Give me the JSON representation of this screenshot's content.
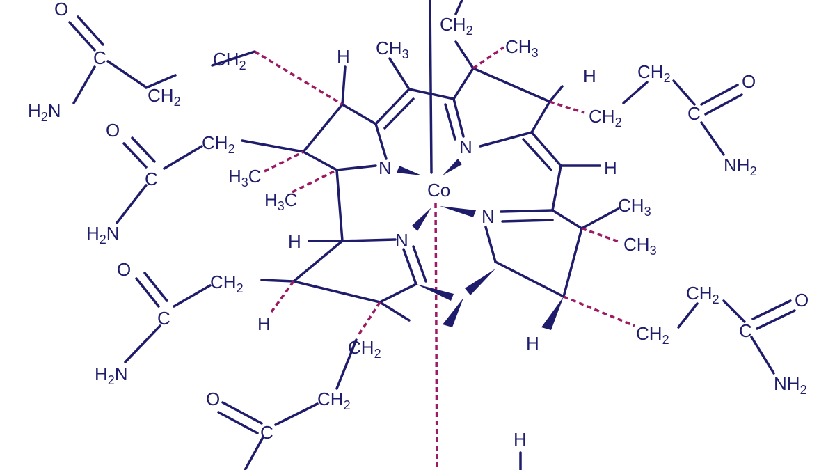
{
  "labels": {
    "co": "Co",
    "n": "N",
    "h": "H",
    "o": "O",
    "c": "C",
    "ch": "CH",
    "hc": "H",
    "nh": "NH",
    "hn": "H",
    "hn_tail": "N",
    "hc_tail": "C",
    "s2": "2",
    "s3": "3"
  },
  "colors": {
    "bond": "#1f1d6b",
    "dashed_bond": "#9b1a63"
  }
}
